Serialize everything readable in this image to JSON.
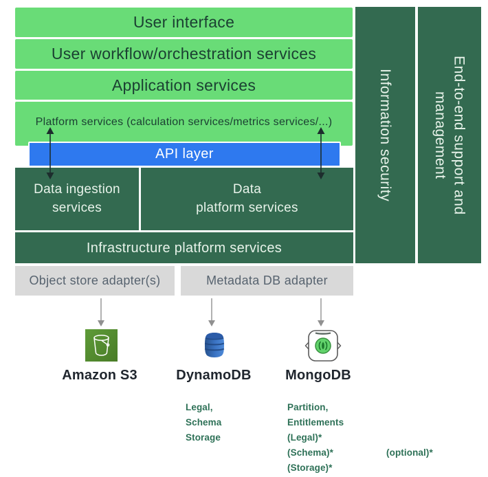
{
  "colors": {
    "light_green": "#69DC77",
    "dark_green": "#336A50",
    "api_blue": "#2E79EF",
    "adapter_gray": "#D9D9D9",
    "annotation_green": "#2E7157"
  },
  "stack": {
    "layers": [
      {
        "label": "User interface"
      },
      {
        "label": "User workflow/orchestration services"
      },
      {
        "label": "Application services"
      }
    ],
    "platform_label": "Platform services (calculation services/metrics services/...)",
    "api_label": "API layer",
    "boxes": [
      {
        "line1": "Data ingestion",
        "line2": "services"
      },
      {
        "line1": "Data",
        "line2": "platform services"
      }
    ],
    "infrastructure_label": "Infrastructure platform services"
  },
  "adapters": [
    {
      "label": "Object store adapter(s)"
    },
    {
      "label": "Metadata DB adapter"
    }
  ],
  "side_bars": [
    {
      "lines": [
        "Information security"
      ]
    },
    {
      "lines": [
        "End-to-end support and",
        "management"
      ]
    }
  ],
  "datastores": [
    {
      "name": "Amazon S3"
    },
    {
      "name": "DynamoDB"
    },
    {
      "name": "MongoDB"
    }
  ],
  "annotations": {
    "dynamodb_lines": [
      "Legal,",
      "Schema",
      "Storage"
    ],
    "mongodb_lines": [
      "Partition,",
      "Entitlements",
      "(Legal)*",
      "(Schema)*",
      "(Storage)*"
    ],
    "optional_note": "(optional)*"
  }
}
